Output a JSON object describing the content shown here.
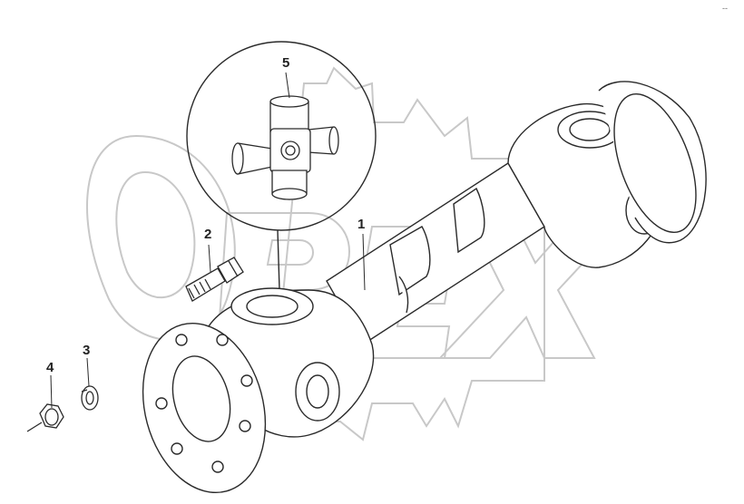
{
  "diagram": {
    "type": "exploded-parts-diagram",
    "watermark": "OPEX",
    "callouts": [
      {
        "id": "1",
        "label": "1",
        "part": "cardan-shaft-assembly"
      },
      {
        "id": "2",
        "label": "2",
        "part": "bolt"
      },
      {
        "id": "3",
        "label": "3",
        "part": "spring-washer"
      },
      {
        "id": "4",
        "label": "4",
        "part": "nut"
      },
      {
        "id": "5",
        "label": "5",
        "part": "universal-joint-cross"
      }
    ],
    "corner_mark": "--"
  },
  "colors": {
    "line": "#2a2a2a",
    "watermark": "#c8c8c8",
    "background": "#ffffff"
  }
}
